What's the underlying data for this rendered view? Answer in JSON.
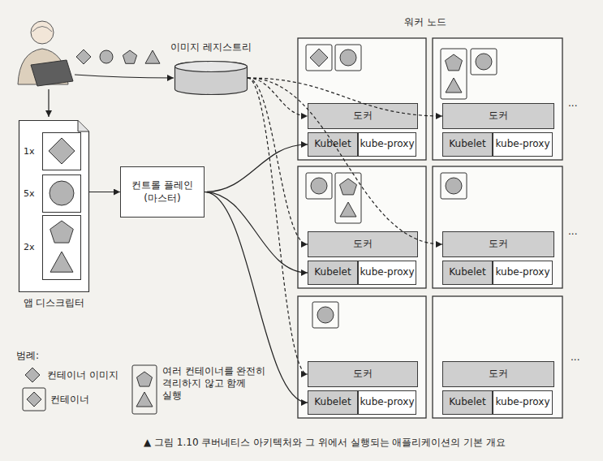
{
  "diagram": {
    "caption": "▲ 그림 1.10 쿠버네티스 아키텍처와 그 위에서 실행되는 애플리케이션의 기본 개요",
    "nodes": [
      {
        "text": [
          "이미지 레지스트리"
        ]
      },
      {
        "text": [
          "앱 디스크립터"
        ]
      },
      {
        "text": [
          "1x"
        ],
        "in": 1
      },
      {
        "text": [
          "5x"
        ],
        "in": 1
      },
      {
        "text": [
          "2x"
        ],
        "in": 1
      },
      {
        "text": [
          "컨트롤 플레인 (마스터)"
        ]
      },
      {
        "text": [
          "도커"
        ]
      },
      {
        "text": [
          "Kubelet"
        ]
      },
      {
        "text": [
          "kube-proxy"
        ]
      },
      {
        "text": [
          "도커"
        ]
      },
      {
        "text": [
          "Kubelet"
        ]
      },
      {
        "text": [
          "kube-proxy"
        ]
      },
      {
        "text": [
          "도커"
        ]
      },
      {
        "text": [
          "Kubelet"
        ]
      },
      {
        "text": [
          "kube-proxy"
        ]
      },
      {
        "text": [
          "도커"
        ]
      },
      {
        "text": [
          "Kubelet"
        ]
      },
      {
        "text": [
          "kube-proxy"
        ]
      },
      {
        "text": [
          "도커"
        ]
      },
      {
        "text": [
          "Kubelet"
        ]
      },
      {
        "text": [
          "kube-proxy"
        ]
      },
      {
        "text": [
          "도커"
        ]
      },
      {
        "text": [
          "Kubelet"
        ]
      },
      {
        "text": [
          "kube-proxy"
        ]
      }
    ],
    "edges": [
      {
        "from": 1,
        "to": 5,
        "arrow": "to"
      },
      {
        "from": 5,
        "to": 7,
        "arrow": "to"
      },
      {
        "from": 5,
        "to": 13,
        "arrow": "to"
      },
      {
        "from": 5,
        "to": 19,
        "arrow": "to"
      },
      {
        "from": 0,
        "to": 6,
        "arrow": "to"
      },
      {
        "from": 0,
        "to": 9,
        "arrow": "to"
      },
      {
        "from": 0,
        "to": 12,
        "arrow": "to"
      },
      {
        "from": 0,
        "to": 15,
        "arrow": "to"
      },
      {
        "from": 0,
        "to": 18,
        "arrow": "to"
      }
    ],
    "labels": [
      "워커 노드",
      "...",
      "...",
      "...",
      "범례:"
    ],
    "legend": [
      {
        "text": "컨테이너 이미지"
      },
      {
        "text": "컨테이너"
      },
      {
        "text": "여러 컨테이너를 완전히 격리하지 않고 함께 실행"
      }
    ]
  }
}
